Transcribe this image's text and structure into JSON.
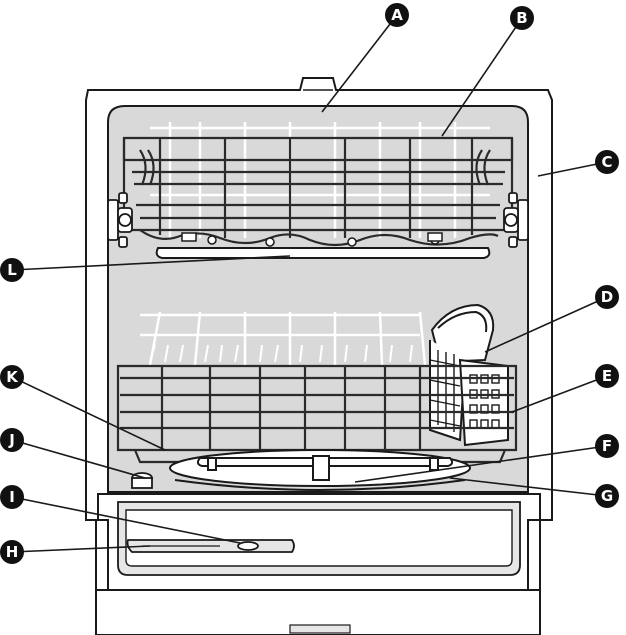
{
  "diagram": {
    "colors": {
      "outline": "#1a1a1a",
      "tub": "#d9d9d9",
      "door_inner": "#e6e6e6",
      "rack_wire": "#2a2a2a",
      "back_wire": "#ffffff",
      "callout_fill": "#111111",
      "callout_text": "#ffffff"
    },
    "callouts": [
      {
        "id": "a",
        "letter": "A"
      },
      {
        "id": "b",
        "letter": "B"
      },
      {
        "id": "c",
        "letter": "C"
      },
      {
        "id": "d",
        "letter": "D"
      },
      {
        "id": "e",
        "letter": "E"
      },
      {
        "id": "f",
        "letter": "F"
      },
      {
        "id": "g",
        "letter": "G"
      },
      {
        "id": "h",
        "letter": "H"
      },
      {
        "id": "i",
        "letter": "I"
      },
      {
        "id": "j",
        "letter": "J"
      },
      {
        "id": "k",
        "letter": "K"
      },
      {
        "id": "l",
        "letter": "L"
      }
    ]
  }
}
